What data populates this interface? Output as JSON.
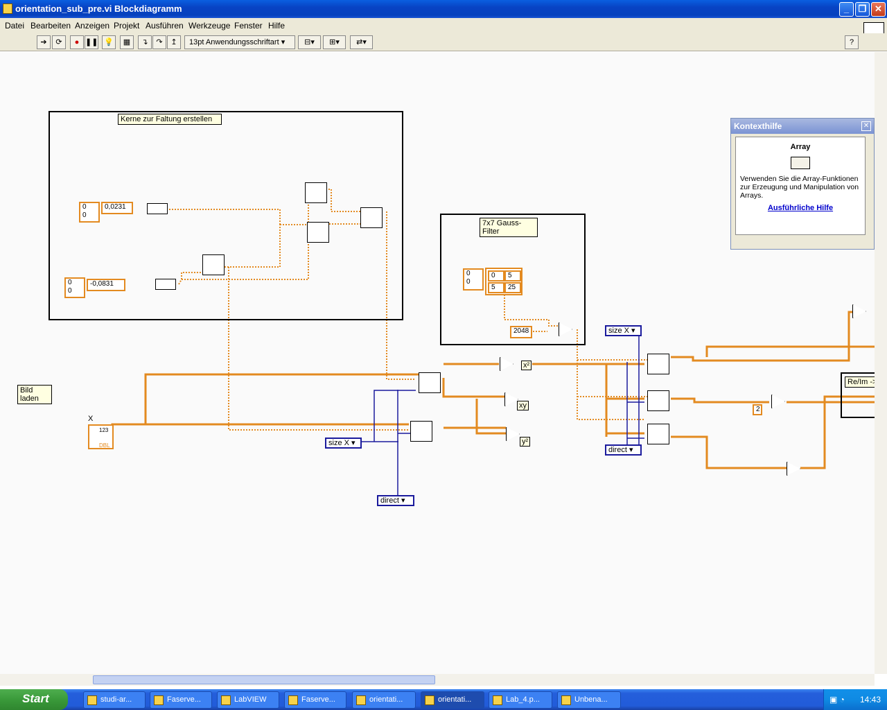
{
  "window": {
    "title": "orientation_sub_pre.vi Blockdiagramm"
  },
  "menu": [
    "Datei",
    "Bearbeiten",
    "Anzeigen",
    "Projekt",
    "Ausführen",
    "Werkzeuge",
    "Fenster",
    "Hilfe"
  ],
  "toolbar": {
    "font": "13pt Anwendungsschriftart",
    "help": "?"
  },
  "diagram": {
    "kernel_label": "Kerne zur Faltung erstellen",
    "gauss_label": "7x7 Gauss-Filter",
    "bild_laden": "Bild laden",
    "x_label": "X",
    "const1_idx": [
      "0",
      "0"
    ],
    "const1_val": "0,0231",
    "const2_idx": [
      "0",
      "0"
    ],
    "const2_val": "-0,0831",
    "gauss_idx": [
      "0",
      "0"
    ],
    "gauss_vals": [
      "0",
      "5",
      "5",
      "25"
    ],
    "const_2048": "2048",
    "const_2": "2",
    "size_x": "size X",
    "direct": "direct",
    "out_x2": "x²",
    "out_xy": "xy",
    "out_y2": "y²",
    "reim": "Re/Im ->",
    "ctrl_num": "123",
    "ctrl_dbl": "DBL"
  },
  "contexthelp": {
    "title": "Kontexthilfe",
    "heading": "Array",
    "body": "Verwenden Sie die Array-Funktionen zur Erzeugung und Manipulation von Arrays.",
    "link": "Ausführliche Hilfe"
  },
  "taskbar": {
    "start": "Start",
    "tasks": [
      "studi-ar...",
      "Faserve...",
      "LabVIEW",
      "Faserve...",
      "orientati...",
      "orientati...",
      "Lab_4.p...",
      "Unbena..."
    ],
    "clock": "14:43"
  }
}
